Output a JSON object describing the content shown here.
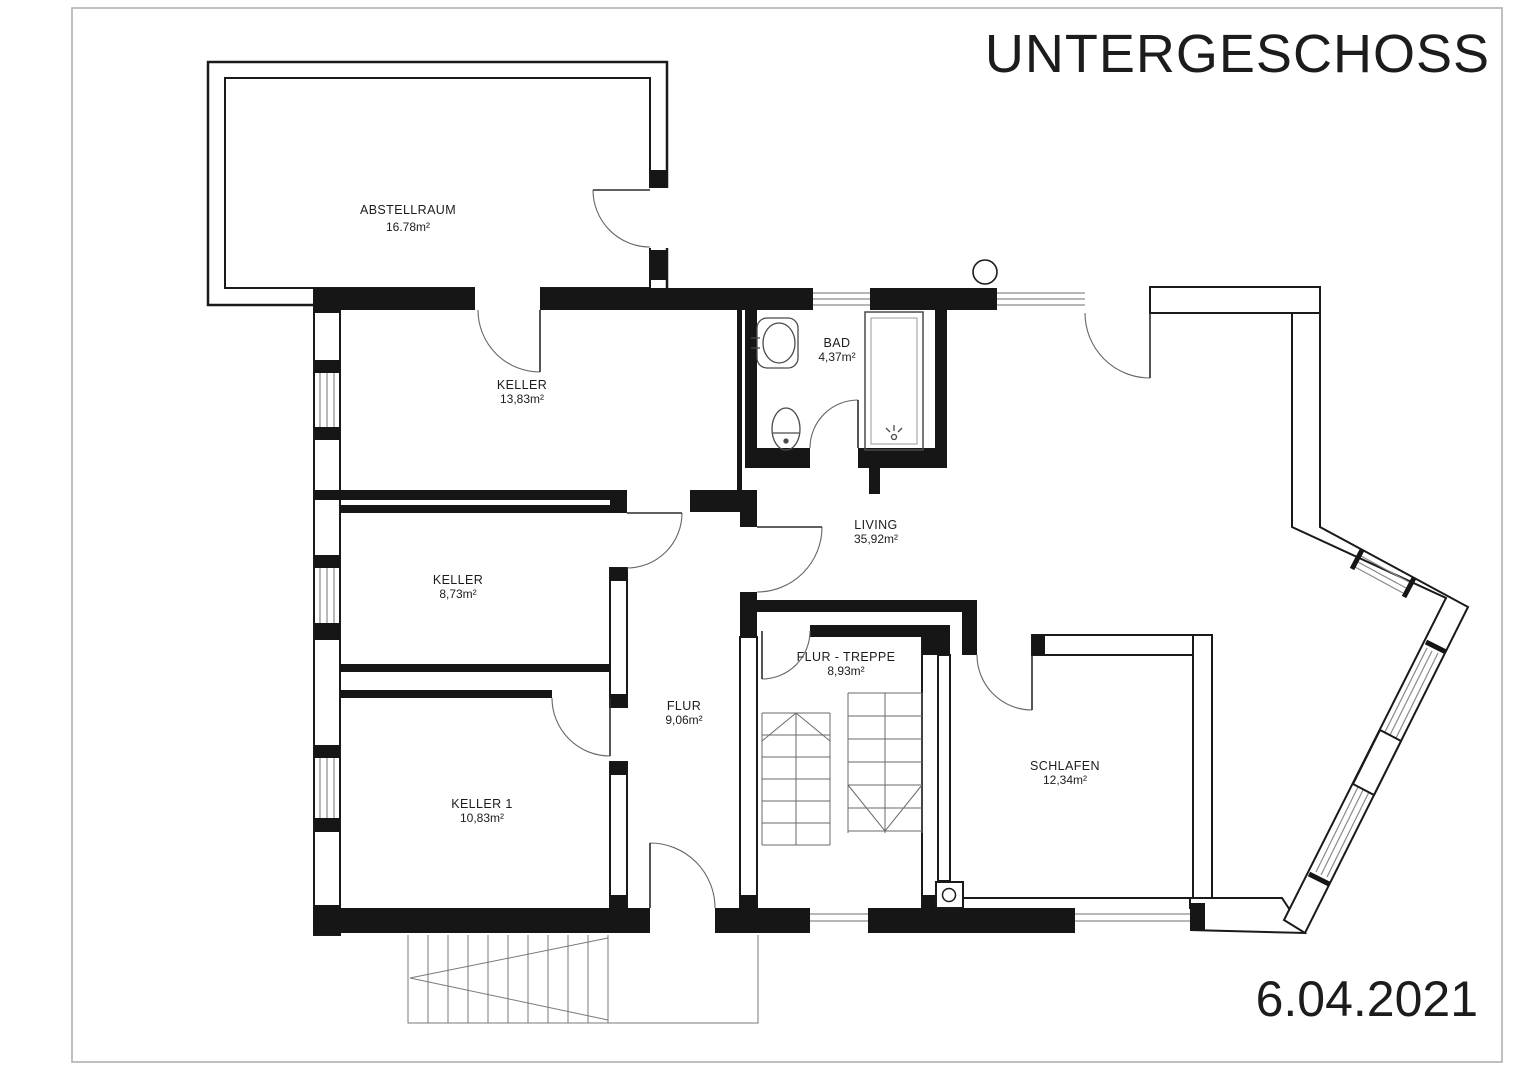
{
  "title": "UNTERGESCHOSS",
  "date": "6.04.2021",
  "rooms": [
    {
      "name": "ABSTELLRAUM",
      "area": "16.78m²"
    },
    {
      "name": "KELLER",
      "area": "13,83m²"
    },
    {
      "name": "BAD",
      "area": "4,37m²"
    },
    {
      "name": "LIVING",
      "area": "35,92m²"
    },
    {
      "name": "KELLER",
      "area": "8,73m²"
    },
    {
      "name": "FLUR - TREPPE",
      "area": "8,93m²"
    },
    {
      "name": "FLUR",
      "area": "9,06m²"
    },
    {
      "name": "KELLER 1",
      "area": "10,83m²"
    },
    {
      "name": "SCHLAFEN",
      "area": "12,34m²"
    }
  ],
  "colors": {
    "wall": "#161616",
    "line": "#1a1a1a",
    "thin": "#555555",
    "glazing": "#8a8a8a",
    "border": "#ababab"
  }
}
